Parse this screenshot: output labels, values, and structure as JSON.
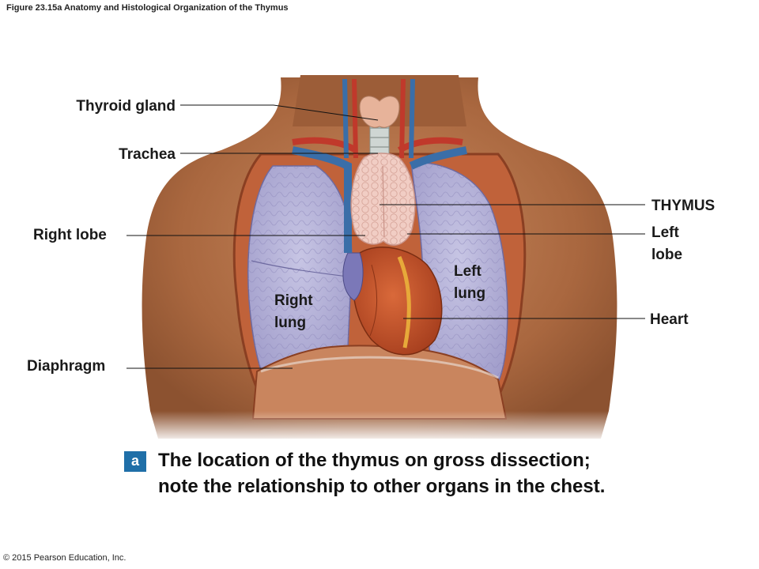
{
  "figure_title": "Figure 23.15a Anatomy and Histological Organization of the Thymus",
  "labels": {
    "thyroid_gland": "Thyroid gland",
    "trachea": "Trachea",
    "right_lobe": "Right lobe",
    "diaphragm": "Diaphragm",
    "thymus": "THYMUS",
    "left_lobe": "Left\nlobe",
    "heart": "Heart",
    "right_lung": "Right\nlung",
    "left_lung": "Left\nlung"
  },
  "caption": {
    "badge": "a",
    "text": "The location of the thymus on gross dissection;\nnote the relationship to other organs in the chest."
  },
  "copyright": "© 2015 Pearson Education, Inc.",
  "colors": {
    "skin": "#b8764e",
    "lung": "#b3b0d6",
    "thymus": "#f1cdc4",
    "heart": "#c8552a",
    "vessel_blue": "#3a6ea8",
    "vessel_red": "#c0392b",
    "badge": "#1f6fa8"
  }
}
